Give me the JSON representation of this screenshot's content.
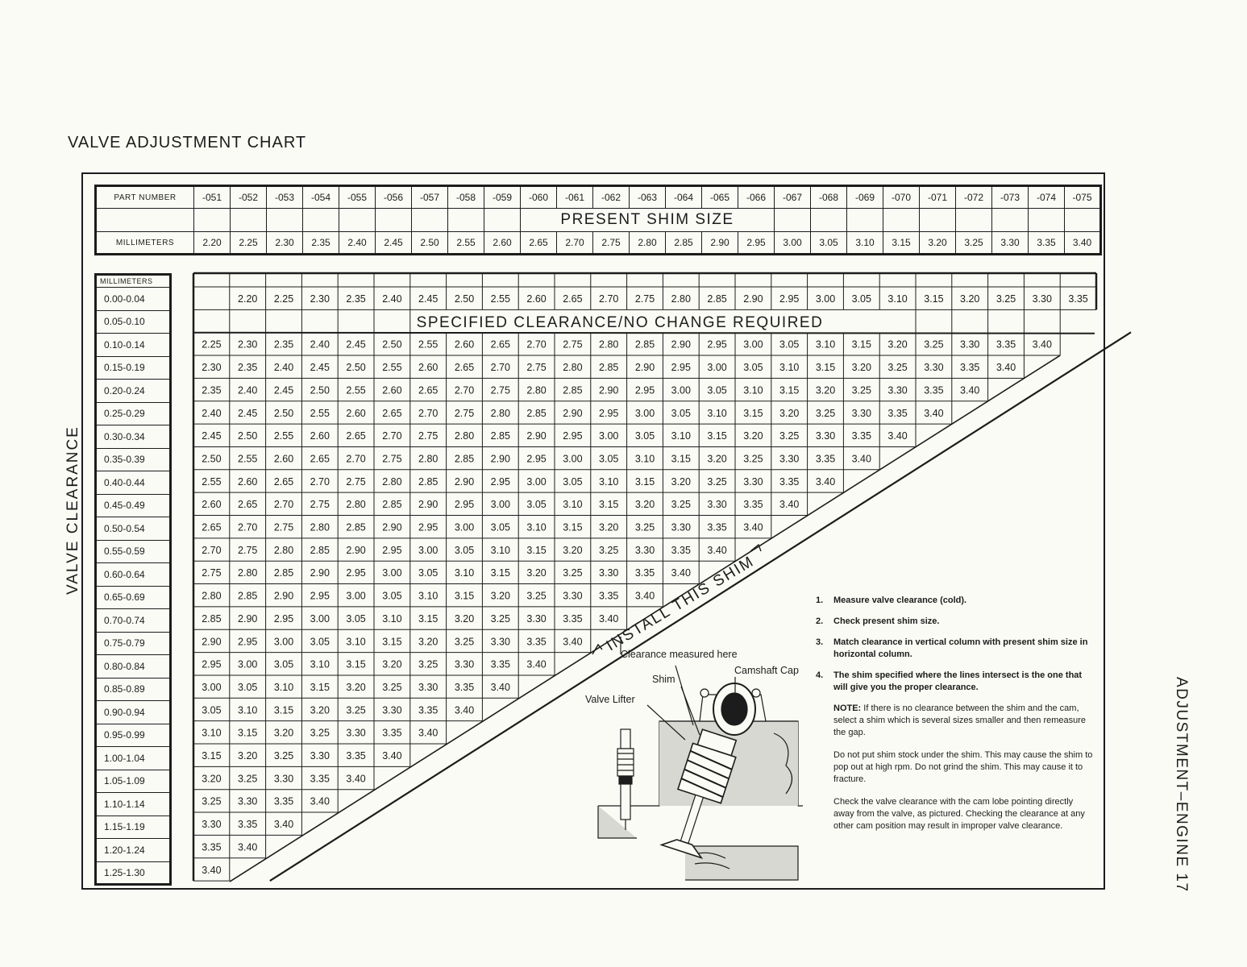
{
  "page_title": "VALVE ADJUSTMENT CHART",
  "side_label": "ADJUSTMENT–ENGINE 17",
  "valve_clearance_label": "VALVE CLEARANCE",
  "part_number_label": "PART NUMBER",
  "millimeters_label": "MILLIMETERS",
  "present_shim_size_label": "PRESENT SHIM SIZE",
  "left_millimeters_label": "MILLIMETERS",
  "specified_banner": "SPECIFIED CLEARANCE/NO CHANGE REQUIRED",
  "install_label": "INSTALL THIS SHIM",
  "part_numbers": [
    "-051",
    "-052",
    "-053",
    "-054",
    "-055",
    "-056",
    "-057",
    "-058",
    "-059",
    "-060",
    "-061",
    "-062",
    "-063",
    "-064",
    "-065",
    "-066",
    "-067",
    "-068",
    "-069",
    "-070",
    "-071",
    "-072",
    "-073",
    "-074",
    "-075"
  ],
  "shim_sizes": [
    "2.20",
    "2.25",
    "2.30",
    "2.35",
    "2.40",
    "2.45",
    "2.50",
    "2.55",
    "2.60",
    "2.65",
    "2.70",
    "2.75",
    "2.80",
    "2.85",
    "2.90",
    "2.95",
    "3.00",
    "3.05",
    "3.10",
    "3.15",
    "3.20",
    "3.25",
    "3.30",
    "3.35",
    "3.40"
  ],
  "clearance_ranges": [
    "0.00-0.04",
    "0.05-0.10",
    "0.10-0.14",
    "0.15-0.19",
    "0.20-0.24",
    "0.25-0.29",
    "0.30-0.34",
    "0.35-0.39",
    "0.40-0.44",
    "0.45-0.49",
    "0.50-0.54",
    "0.55-0.59",
    "0.60-0.64",
    "0.65-0.69",
    "0.70-0.74",
    "0.75-0.79",
    "0.80-0.84",
    "0.85-0.89",
    "0.90-0.94",
    "0.95-0.99",
    "1.00-1.04",
    "1.05-1.09",
    "1.10-1.14",
    "1.15-1.19",
    "1.20-1.24",
    "1.25-1.30"
  ],
  "row_small": [
    "",
    "2.20",
    "2.25",
    "2.30",
    "2.35",
    "2.40",
    "2.45",
    "2.50",
    "2.55",
    "2.60",
    "2.65",
    "2.70",
    "2.75",
    "2.80",
    "2.85",
    "2.90",
    "2.95",
    "3.00",
    "3.05",
    "3.10",
    "3.15",
    "3.20",
    "3.25",
    "3.30",
    "3.35"
  ],
  "grid": {
    "row_start_values": [
      "2.25",
      "2.30",
      "2.35",
      "2.40",
      "2.45",
      "2.50",
      "2.55",
      "2.60",
      "2.65",
      "2.70",
      "2.75",
      "2.80",
      "2.85",
      "2.90",
      "2.95",
      "3.00",
      "3.05",
      "3.10",
      "3.15",
      "3.20",
      "3.25",
      "3.30",
      "3.35",
      "3.40"
    ],
    "max_value": "3.40",
    "step": 0.05
  },
  "diagram_labels": {
    "clearance": "Clearance measured here",
    "camshaft_cap": "Camshaft Cap",
    "shim": "Shim",
    "valve_lifter": "Valve Lifter"
  },
  "instructions": {
    "step1": "Measure valve clearance (cold).",
    "step2": "Check present shim size.",
    "step3": "Match clearance in vertical column with present shim size in horizontal column.",
    "step4": "The shim specified where the lines intersect is the one that will give you the proper clearance.",
    "note_label": "NOTE:",
    "note": "If there is no clearance between the shim and the cam, select a shim which is several sizes smaller and then remeasure the gap.",
    "p2": "Do not put shim stock under the shim. This may cause the shim to pop out at high rpm. Do not grind the shim. This may cause it to fracture.",
    "p3": "Check the valve clearance with the cam lobe pointing directly away from the valve, as pictured. Checking the clearance at any other cam position may result in improper valve clearance."
  },
  "colors": {
    "ink": "#1c1c1c",
    "paper": "#fbfbf5"
  }
}
